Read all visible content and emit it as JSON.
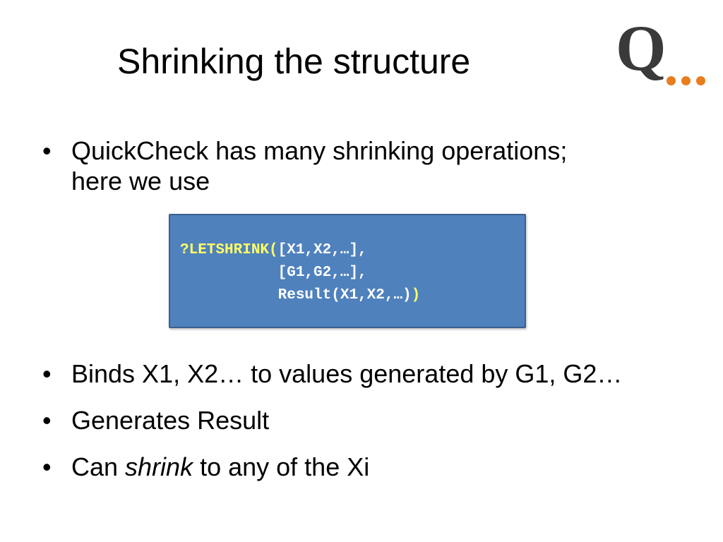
{
  "slide": {
    "title": "Shrinking the structure",
    "logo": {
      "letter": "Q",
      "dots_color": "#e87d1e",
      "letter_color": "#3a3a3a"
    },
    "bullets": [
      {
        "line1": "QuickCheck has many shrinking operations;",
        "line2": "here we use"
      },
      {
        "text": "Binds X1, X2… to values generated by G1, G2…"
      },
      {
        "text": "Generates Result"
      },
      {
        "before": "Can ",
        "emph": "shrink",
        "after": " to any of the Xi"
      }
    ],
    "bullet_symbol": "•",
    "code": {
      "background": "#4f81bd",
      "keyword_color": "#ffff66",
      "text_color": "#ffffff",
      "line1_keyword": "?LETSHRINK(",
      "line1_rest": "[X1,X2,…],",
      "line2": "[G1,G2,…],",
      "line3_text": "Result(X1,X2,…)",
      "line3_close": ")"
    }
  }
}
